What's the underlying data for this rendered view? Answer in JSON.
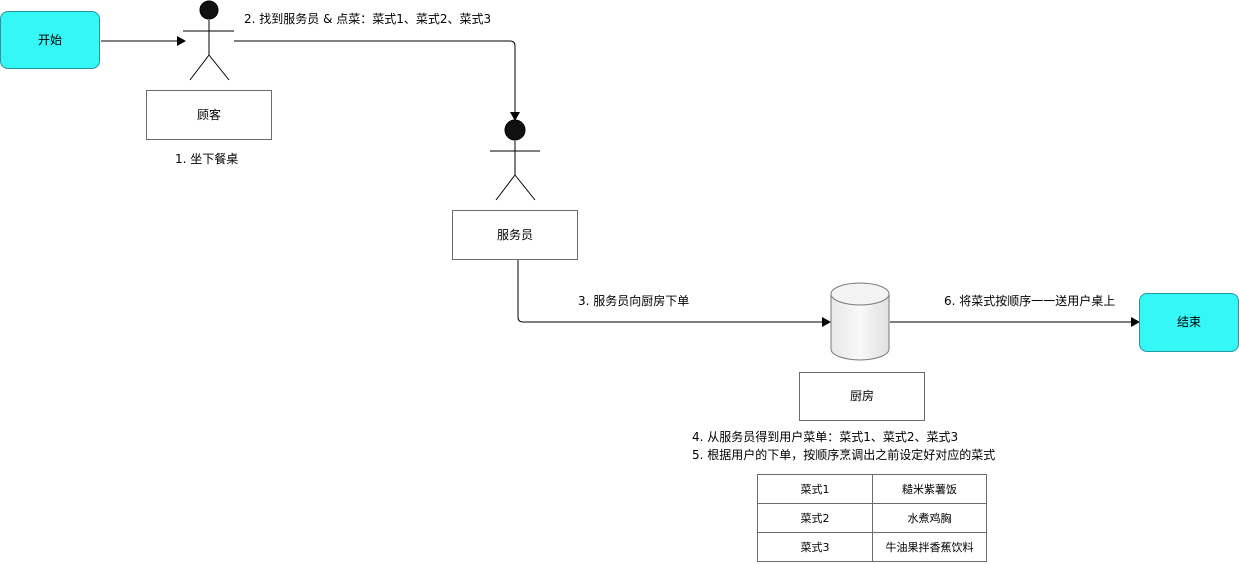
{
  "nodes": {
    "start": "开始",
    "end": "结束",
    "customer": "顾客",
    "waiter": "服务员",
    "kitchen": "厨房"
  },
  "labels": {
    "step1": "1. 坐下餐桌",
    "step2": "2. 找到服务员 & 点菜：菜式1、菜式2、菜式3",
    "step3": "3. 服务员向厨房下单",
    "step4": "4. 从服务员得到用户菜单：菜式1、菜式2、菜式3",
    "step5": "5. 根据用户的下单，按顺序烹调出之前设定好对应的菜式",
    "step6": "6. 将菜式按顺序一一送用户桌上"
  },
  "menu": {
    "rows": [
      {
        "dish": "菜式1",
        "item": "糙米紫薯饭"
      },
      {
        "dish": "菜式2",
        "item": "水煮鸡胸"
      },
      {
        "dish": "菜式3",
        "item": "牛油果拌香蕉饮料"
      }
    ]
  },
  "colors": {
    "terminal_fill": "#35f7f5",
    "terminal_border": "#1f9aa1",
    "box_border": "#6b6b6b"
  }
}
